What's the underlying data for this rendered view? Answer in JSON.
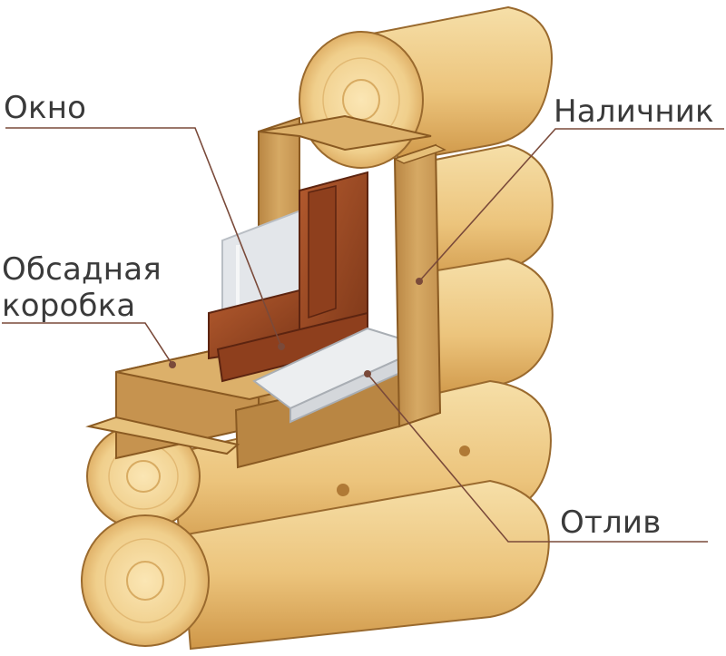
{
  "labels": {
    "window": "Окно",
    "casing_trim": "Наличник",
    "frame_box_line1": "Обсадная",
    "frame_box_line2": "коробка",
    "drip_sill": "Отлив"
  },
  "colors": {
    "log_light": "#f3d79a",
    "log_mid": "#e6ba6c",
    "log_dark": "#c98f3e",
    "log_edge": "#8a5a22",
    "frame_wood": "#cfa05e",
    "frame_wood_dark": "#a8773a",
    "window_frame": "#9b4a26",
    "window_frame_dark": "#6e2f16",
    "glass": "#e3e6ea",
    "sill": "#eceef0",
    "leader_line": "#7a4a3a",
    "label_text": "#3a3a3a"
  }
}
